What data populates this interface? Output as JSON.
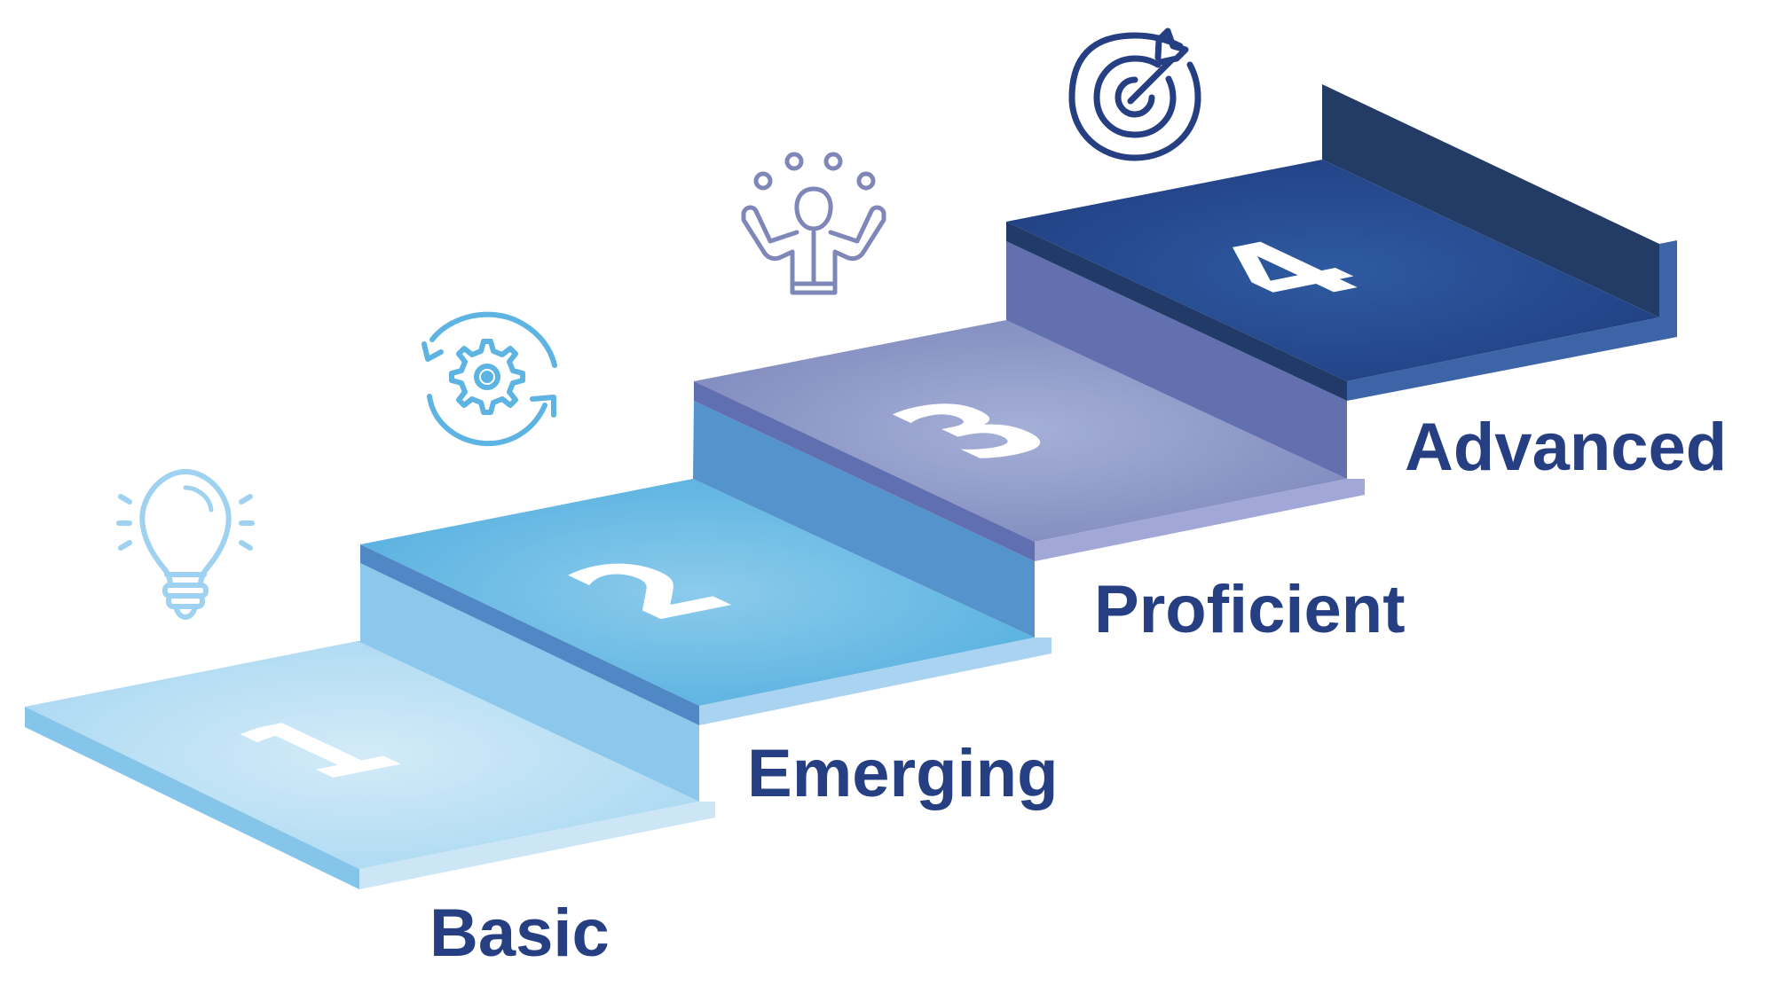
{
  "steps": [
    {
      "number": "1",
      "label": "Basic",
      "icon": "lightbulb-icon",
      "color": "#8fc9ec"
    },
    {
      "number": "2",
      "label": "Emerging",
      "icon": "gear-cycle-icon",
      "color": "#5db3e1"
    },
    {
      "number": "3",
      "label": "Proficient",
      "icon": "person-ideas-icon",
      "color": "#8793c4"
    },
    {
      "number": "4",
      "label": "Advanced",
      "icon": "target-arrow-icon",
      "color": "#244d90"
    }
  ],
  "colors": {
    "label_text": "#253f82",
    "icon_light_blue": "#9fd2f0",
    "icon_blue": "#5db3e1",
    "icon_purple": "#7f87b8",
    "icon_navy": "#253f82"
  }
}
